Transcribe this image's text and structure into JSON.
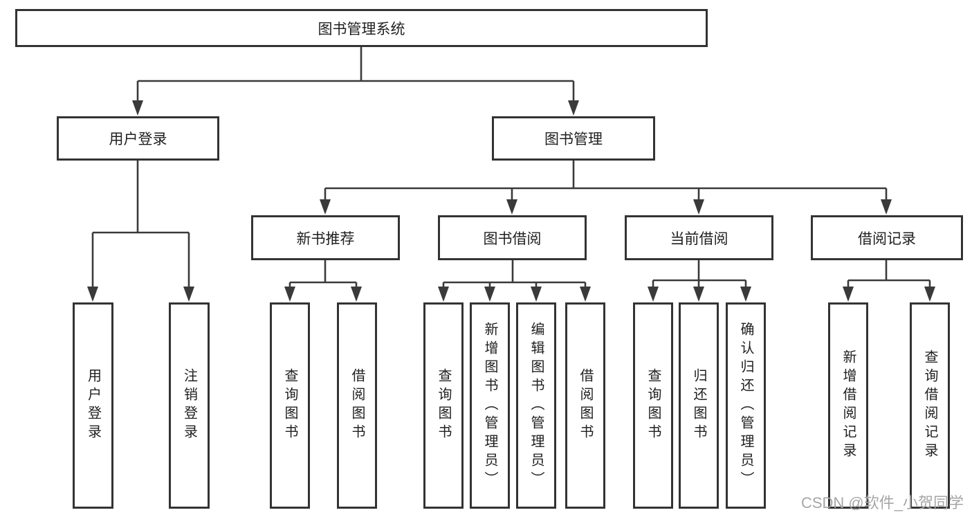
{
  "diagram": {
    "root": {
      "label": "图书管理系统"
    },
    "branches": [
      {
        "label": "用户登录",
        "leaves": [
          {
            "label": "用户登录"
          },
          {
            "label": "注销登录"
          }
        ]
      },
      {
        "label": "图书管理",
        "sections": [
          {
            "label": "新书推荐",
            "leaves": [
              {
                "label": "查询图书"
              },
              {
                "label": "借阅图书"
              }
            ]
          },
          {
            "label": "图书借阅",
            "leaves": [
              {
                "label": "查询图书"
              },
              {
                "label": "新增图书（管理员）"
              },
              {
                "label": "编辑图书（管理员）"
              },
              {
                "label": "借阅图书"
              }
            ]
          },
          {
            "label": "当前借阅",
            "leaves": [
              {
                "label": "查询图书"
              },
              {
                "label": "归还图书"
              },
              {
                "label": "确认归还（管理员）"
              }
            ]
          },
          {
            "label": "借阅记录",
            "leaves": [
              {
                "label": "新增借阅记录"
              },
              {
                "label": "查询借阅记录"
              }
            ]
          }
        ]
      }
    ]
  },
  "watermark": "CSDN @软件_小贺同学",
  "colors": {
    "line": "#3a3a3a",
    "box_border": "#333333",
    "box_fill": "#ffffff",
    "text": "#1f1f1f",
    "watermark": "#a6a6a6",
    "background": "#ffffff"
  }
}
